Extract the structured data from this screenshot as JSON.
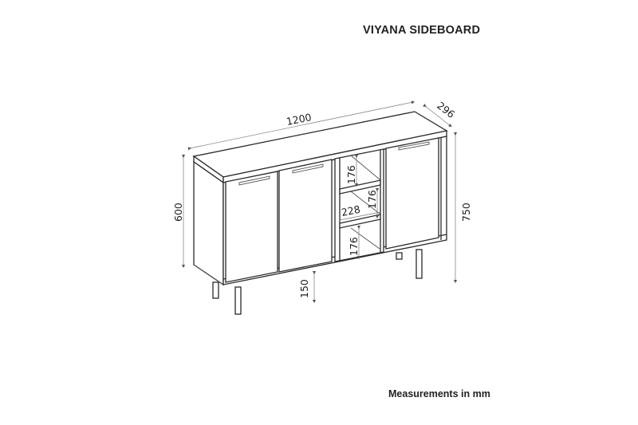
{
  "title": "VIYANA SIDEBOARD",
  "footer": "Measurements in mm",
  "dimensions": {
    "width": "1200",
    "depth": "296",
    "body_height": "600",
    "total_height": "750",
    "leg_height": "150",
    "shelf_top": "176",
    "shelf_middle": "176",
    "shelf_bottom": "176",
    "shelf_width": "228"
  },
  "colors": {
    "line": "#2a2a2a",
    "dimension_line": "#777777",
    "background": "#ffffff"
  }
}
